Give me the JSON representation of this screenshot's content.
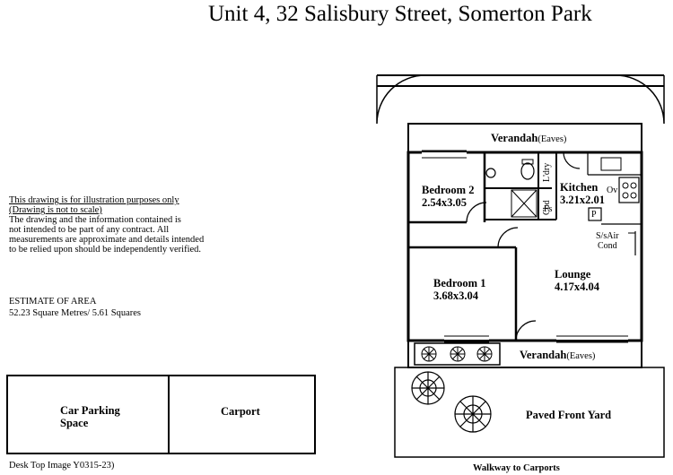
{
  "title": "Unit 4, 32 Salisbury Street,  Somerton Park",
  "disclaimer": {
    "line1": "This drawing is for illustration purposes only",
    "line2": "(Drawing is not to scale)",
    "line3": "The drawing and the information contained is",
    "line4": "not intended to be part of any contract.  All",
    "line5": "measurements are approximate and details intended",
    "line6": "to be relied upon should be independently verified."
  },
  "estimate": {
    "heading": "ESTIMATE OF AREA",
    "value": "52.23  Square Metres/ 5.61 Squares"
  },
  "parking": {
    "car_parking": "Car Parking",
    "space": "Space",
    "carport": "Carport"
  },
  "footer": "Desk Top Image Y0315-23)",
  "plan": {
    "verandah_top": "Verandah",
    "verandah_bottom": "Verandah",
    "eaves": "(Eaves)",
    "bedroom2": "Bedroom 2",
    "bedroom2_size": "2.54x3.05",
    "bedroom1": "Bedroom 1",
    "bedroom1_size": "3.68x3.04",
    "kitchen": "Kitchen",
    "kitchen_size": "3.21x2.01",
    "lounge": "Lounge",
    "lounge_size": "4.17x4.04",
    "aircon_line1": "S/sAir",
    "aircon_line2": "Cond",
    "ldry": "L'dry",
    "cbd": "Cbd",
    "fs": "Fs",
    "ov": "Ov",
    "p": "P",
    "front_yard": "Paved Front Yard",
    "walkway": "Walkway to Carports"
  }
}
